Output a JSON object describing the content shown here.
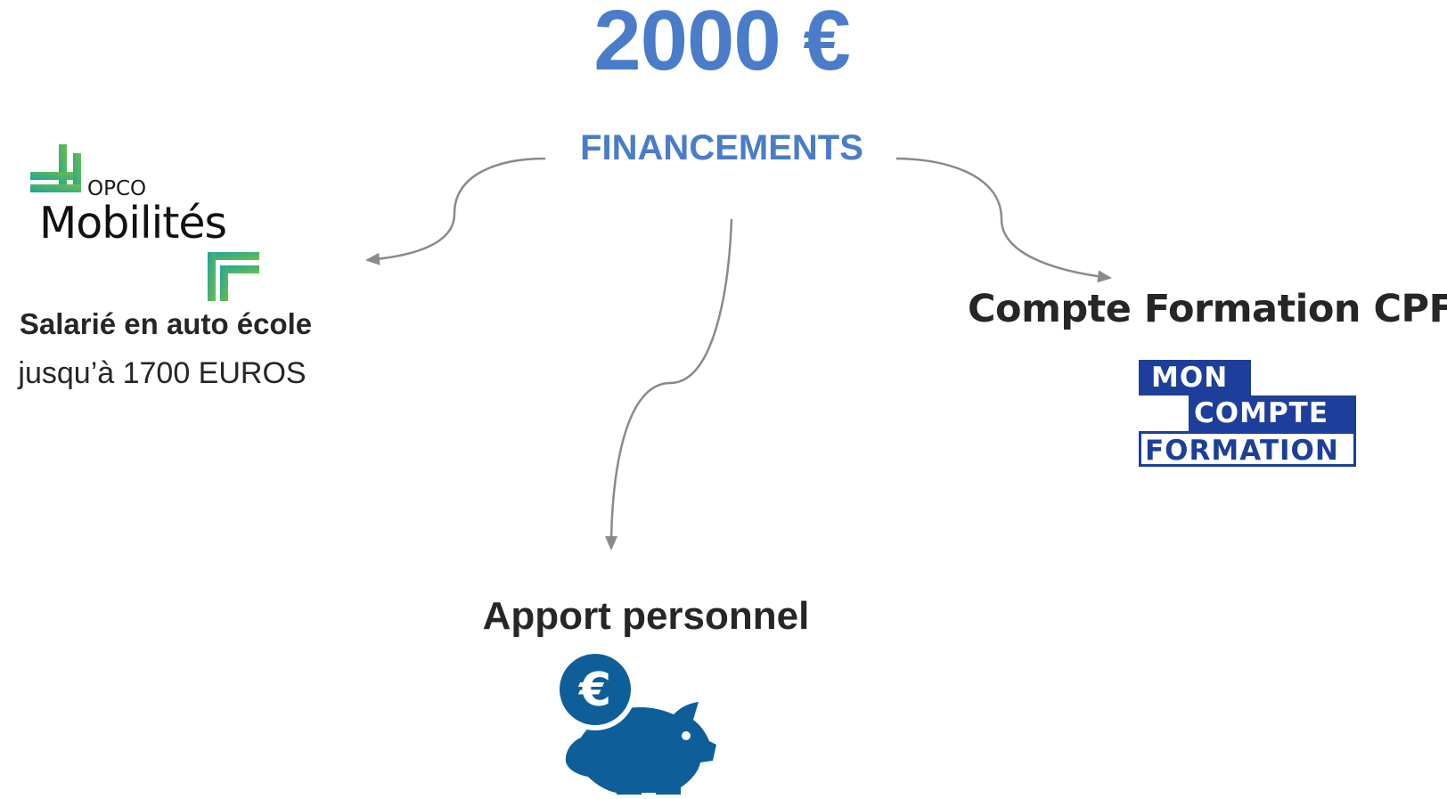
{
  "amount": "2000 €",
  "heading": "FINANCEMENTS",
  "left": {
    "logo_small": "OPCO",
    "logo_big": "Mobilités",
    "title": "Salarié en auto école",
    "subtitle": "jusqu’à 1700 EUROS"
  },
  "right": {
    "title": "Compte Formation CPF",
    "logo_line1": "MON",
    "logo_line2": "COMPTE",
    "logo_line3": "FORMATION"
  },
  "bottom": {
    "title": "Apport personnel",
    "icon": "piggy-bank-euro-icon"
  },
  "colors": {
    "accent_blue": "#4A7CC9",
    "text_dark": "#262626",
    "arrow_gray": "#8a8a8a",
    "cpf_blue": "#1d3e9a",
    "piggy_blue": "#0e5f99",
    "opco_green": "#5fb548",
    "opco_teal": "#1fa3a0"
  }
}
